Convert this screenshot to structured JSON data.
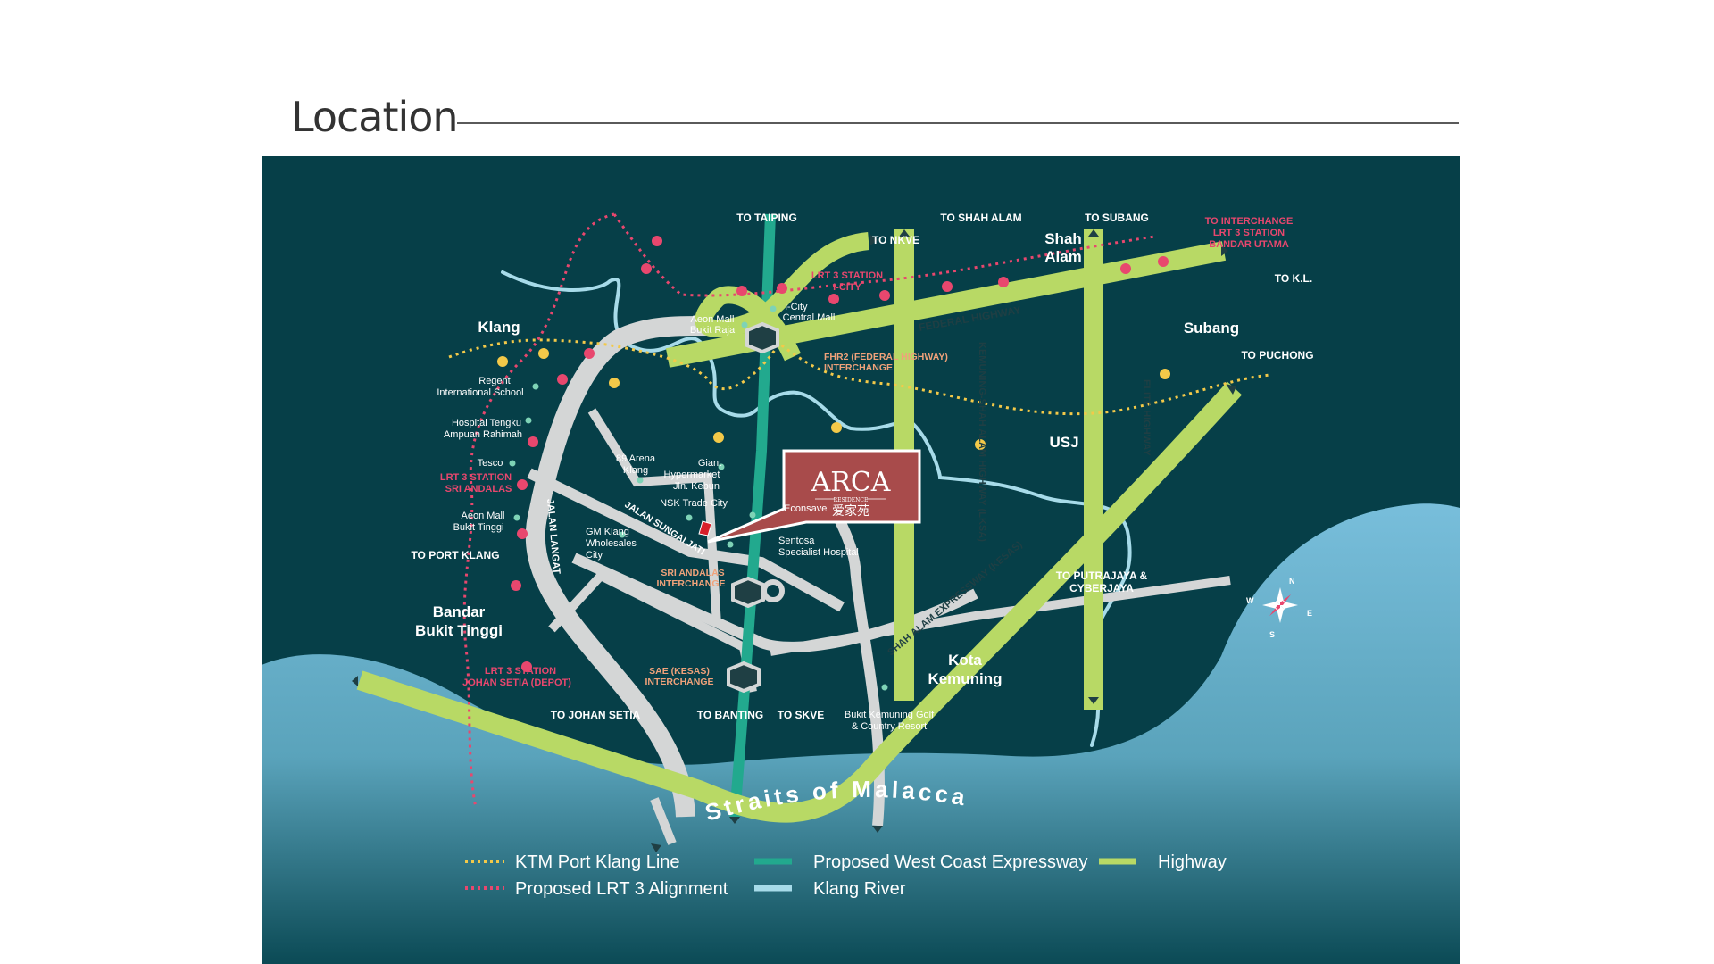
{
  "page": {
    "title": "Location"
  },
  "colors": {
    "map_bg": "#063f48",
    "sea": "#78bedb",
    "highway": "#b8d965",
    "road": "#d4d6d6",
    "expressway": "#22a98e",
    "river": "#a7dbe9",
    "ktm": "#f3c949",
    "lrt": "#e8476e",
    "marker": "#d81f2a",
    "logo_bg": "#a84b4b"
  },
  "map": {
    "logo": {
      "name": "ARCA",
      "sub": "RESIDENCE",
      "chinese": "爱家苑"
    },
    "areas": {
      "klang": "Klang",
      "shah_alam_1": "Shah",
      "shah_alam_2": "Alam",
      "subang": "Subang",
      "usj": "USJ",
      "bandar_bukit_tinggi_1": "Bandar",
      "bandar_bukit_tinggi_2": "Bukit Tinggi",
      "kota_kemuning_1": "Kota",
      "kota_kemuning_2": "Kemuning"
    },
    "directions": {
      "taiping": "TO TAIPING",
      "nkve": "TO NKVE",
      "shah_alam": "TO SHAH ALAM",
      "subang": "TO SUBANG",
      "kl": "TO K.L.",
      "puchong": "TO PUCHONG",
      "port_klang": "TO PORT KLANG",
      "johan_setia": "TO JOHAN SETIA",
      "banting": "TO BANTING",
      "skve": "TO SKVE",
      "putrajaya_1": "TO PUTRAJAYA &",
      "putrajaya_2": "CYBERJAYA",
      "interchange_1": "TO INTERCHANGE",
      "interchange_2": "LRT 3 STATION",
      "interchange_3": "BANDAR UTAMA"
    },
    "roads": {
      "federal": "FEDERAL HIGHWAY",
      "lksa": "KEMUNING-SHAH ALAM HIGHWAY (LKSA)",
      "elite": "ELITE HIGHWAY",
      "kesas": "SHAH ALAM EXPRESSWAY (KESAS)",
      "jalan_langat": "JALAN LANGAT",
      "jalan_sungai_jati": "JALAN SUNGAI JATI"
    },
    "stations": {
      "icity_1": "LRT 3 STATION",
      "icity_2": "I-CITY",
      "sri_andalas_1": "LRT 3 STATION",
      "sri_andalas_2": "SRI ANDALAS",
      "johan_setia_1": "LRT 3 STATION",
      "johan_setia_2": "JOHAN SETIA (DEPOT)"
    },
    "interchanges": {
      "fhr2_1": "FHR2 (FEDERAL HIGHWAY)",
      "fhr2_2": "INTERCHANGE",
      "sri_andalas_1": "SRI ANDALAS",
      "sri_andalas_2": "INTERCHANGE",
      "sae_1": "SAE (KESAS)",
      "sae_2": "INTERCHANGE"
    },
    "places": {
      "aeon_raja_1": "Aeon Mall",
      "aeon_raja_2": "Bukit Raja",
      "icity_mall_1": "i-City",
      "icity_mall_2": "Central Mall",
      "regent_1": "Regent",
      "regent_2": "International School",
      "hospital_1": "Hospital Tengku",
      "hospital_2": "Ampuan Rahimah",
      "tesco": "Tesco",
      "aeon_tinggi_1": "Aeon Mall",
      "aeon_tinggi_2": "Bukit Tinggi",
      "arena_1": "89 Arena",
      "arena_2": "Klang",
      "giant_1": "Giant",
      "giant_2": "Hypermarket",
      "giant_3": "Jln. Kebun",
      "nsk": "NSK Trade City",
      "econsave": "Econsave",
      "gm_1": "GM Klang",
      "gm_2": "Wholesales",
      "gm_3": "City",
      "sentosa_1": "Sentosa",
      "sentosa_2": "Specialist Hospital",
      "golf_1": "Bukit Kemuning Golf",
      "golf_2": "& Country Resort"
    },
    "sea_label": "Straits of Malacca",
    "compass": {
      "n": "N",
      "e": "E",
      "s": "S",
      "w": "W"
    }
  },
  "legend": [
    {
      "label": "KTM Port Klang Line",
      "style": "dotted",
      "color": "#f3c949"
    },
    {
      "label": "Proposed LRT 3 Alignment",
      "style": "dotted",
      "color": "#e8476e"
    },
    {
      "label": "Proposed West Coast Expressway",
      "style": "solid",
      "color": "#22a98e"
    },
    {
      "label": "Klang River",
      "style": "solid",
      "color": "#a7dbe9"
    },
    {
      "label": "Highway",
      "style": "solid",
      "color": "#b8d965"
    }
  ]
}
